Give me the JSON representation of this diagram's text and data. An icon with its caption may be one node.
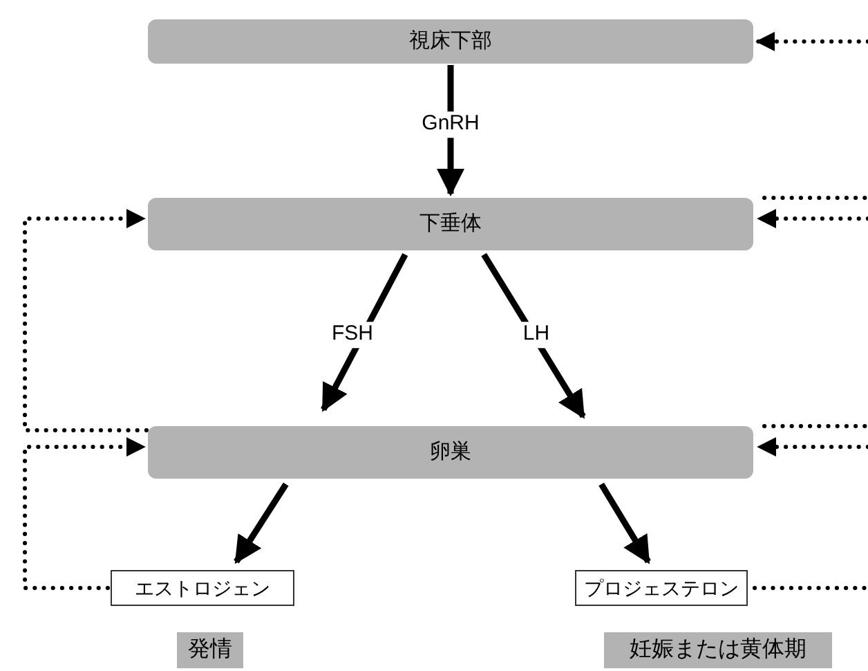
{
  "diagram": {
    "nodes": [
      {
        "text": [
          "視床下部"
        ]
      },
      {
        "text": [
          "下垂体"
        ]
      },
      {
        "text": [
          "卵巣"
        ]
      },
      {
        "text": [
          "エストロジェン"
        ]
      },
      {
        "text": [
          "プロジェステロン"
        ]
      },
      {
        "text": [
          "発情"
        ]
      },
      {
        "text": [
          "妊娠または黄体期"
        ]
      }
    ],
    "edges": [
      {
        "from": 0,
        "to": 1,
        "arrow": "to",
        "label": "GnRH"
      },
      {
        "from": 1,
        "to": 2,
        "arrow": "to",
        "label": "FSH"
      },
      {
        "from": 1,
        "to": 2,
        "arrow": "to",
        "label": "LH"
      },
      {
        "from": 2,
        "to": 3,
        "arrow": "to"
      },
      {
        "from": 2,
        "to": 4,
        "arrow": "to"
      },
      {
        "from": 3,
        "to": 2,
        "arrow": "to",
        "style": "dashed"
      },
      {
        "from": 2,
        "to": 1,
        "arrow": "to",
        "style": "dashed"
      },
      {
        "from": null,
        "to": 0,
        "arrow": "to",
        "style": "dashed"
      },
      {
        "from": null,
        "to": 1,
        "arrow": "to",
        "style": "dashed"
      },
      {
        "from": null,
        "to": 2,
        "arrow": "to",
        "style": "dashed"
      },
      {
        "from": 1,
        "to": null,
        "arrow": "none",
        "style": "dashed"
      },
      {
        "from": 2,
        "to": null,
        "arrow": "none",
        "style": "dashed"
      },
      {
        "from": 4,
        "to": null,
        "arrow": "none",
        "style": "dashed"
      }
    ]
  }
}
